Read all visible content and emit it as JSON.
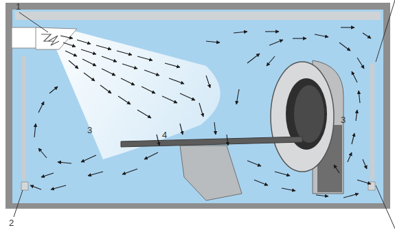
{
  "diagram": {
    "labels": [
      "1",
      "2",
      "3",
      "3",
      "4"
    ]
  }
}
